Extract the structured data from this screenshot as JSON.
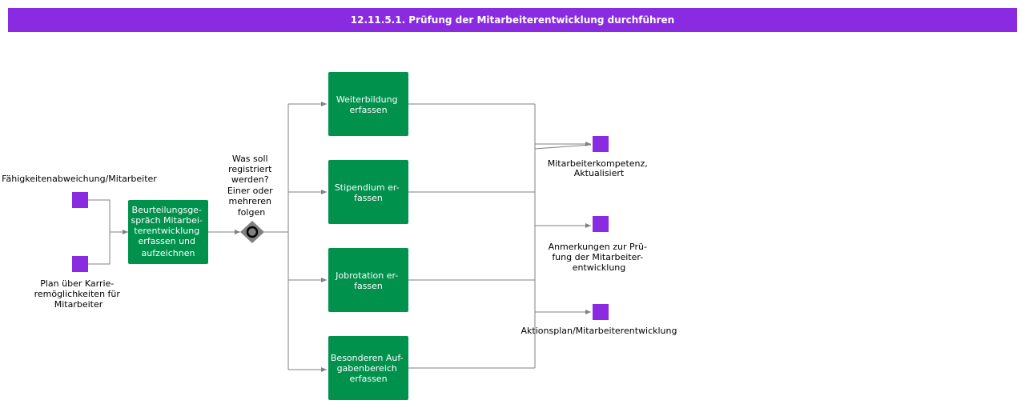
{
  "title": "12.11.5.1. Prüfung der Mitarbeiterentwicklung durchführen",
  "inputs": {
    "input1": [
      "Fähigkeitenabweichung/Mitarbeiter"
    ],
    "input2": [
      "Plan über Karrie-",
      "remöglichkeiten für",
      "Mitarbeiter"
    ]
  },
  "tasks": {
    "assess": [
      "Beurteilungsge-",
      "spräch Mitarbei-",
      "terentwicklung",
      "erfassen und",
      "aufzeichnen"
    ],
    "training": [
      "Weiterbildung",
      "erfassen"
    ],
    "scholarship": [
      "Stipendium er-",
      "fassen"
    ],
    "rotation": [
      "Jobrotation er-",
      "fassen"
    ],
    "special": [
      "Besonderen Auf-",
      "gabenbereich",
      "erfassen"
    ]
  },
  "gateway": {
    "label": [
      "Was soll",
      "registriert",
      "werden?",
      "Einer oder",
      "mehreren",
      "folgen"
    ]
  },
  "outputs": {
    "competence": [
      "Mitarbeiterkompetenz,",
      "Aktualisiert"
    ],
    "remarks": [
      "Anmerkungen zur Prü-",
      "fung der Mitarbeiter-",
      "entwicklung"
    ],
    "plan": [
      "Aktionsplan/Mitarbeiterentwicklung"
    ]
  },
  "colors": {
    "header": "#8a2be2",
    "task": "#00914c",
    "data_object": "#8a2be2",
    "gateway": "#808080",
    "edge": "#808080"
  }
}
